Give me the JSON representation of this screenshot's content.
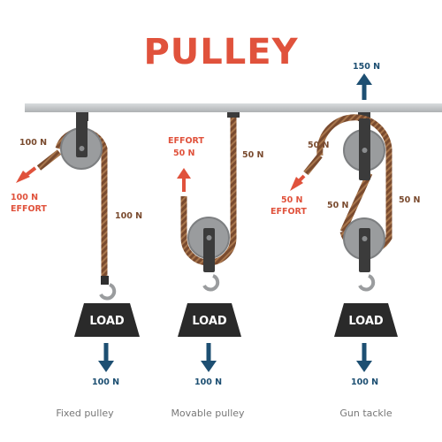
{
  "title": "PULLEY",
  "colors": {
    "title": "#e0523c",
    "force_red": "#e0523c",
    "force_blue": "#1d4f72",
    "rope": "#7a4b2f",
    "ceiling": "#c3c6c8",
    "wheel": "#9a9c9e",
    "load": "#2a2a2a"
  },
  "fixed_pulley": {
    "caption": "Fixed pulley",
    "tension_label": "100 N",
    "effort_label_1": "100 N",
    "effort_label_2": "EFFORT",
    "rope_label": "100 N",
    "load_label": "LOAD",
    "output_label": "100 N"
  },
  "movable_pulley": {
    "caption": "Movable pulley",
    "effort_label_1": "EFFORT",
    "effort_label_2": "50 N",
    "rope_label": "50 N",
    "load_label": "LOAD",
    "output_label": "100 N"
  },
  "gun_tackle": {
    "caption": "Gun tackle",
    "support_label": "150 N",
    "upper_left_label": "50 N",
    "effort_label_1": "50 N",
    "effort_label_2": "EFFORT",
    "middle_label": "50 N",
    "right_label": "50 N",
    "load_label": "LOAD",
    "output_label": "100 N"
  },
  "stock_id": "305725098"
}
